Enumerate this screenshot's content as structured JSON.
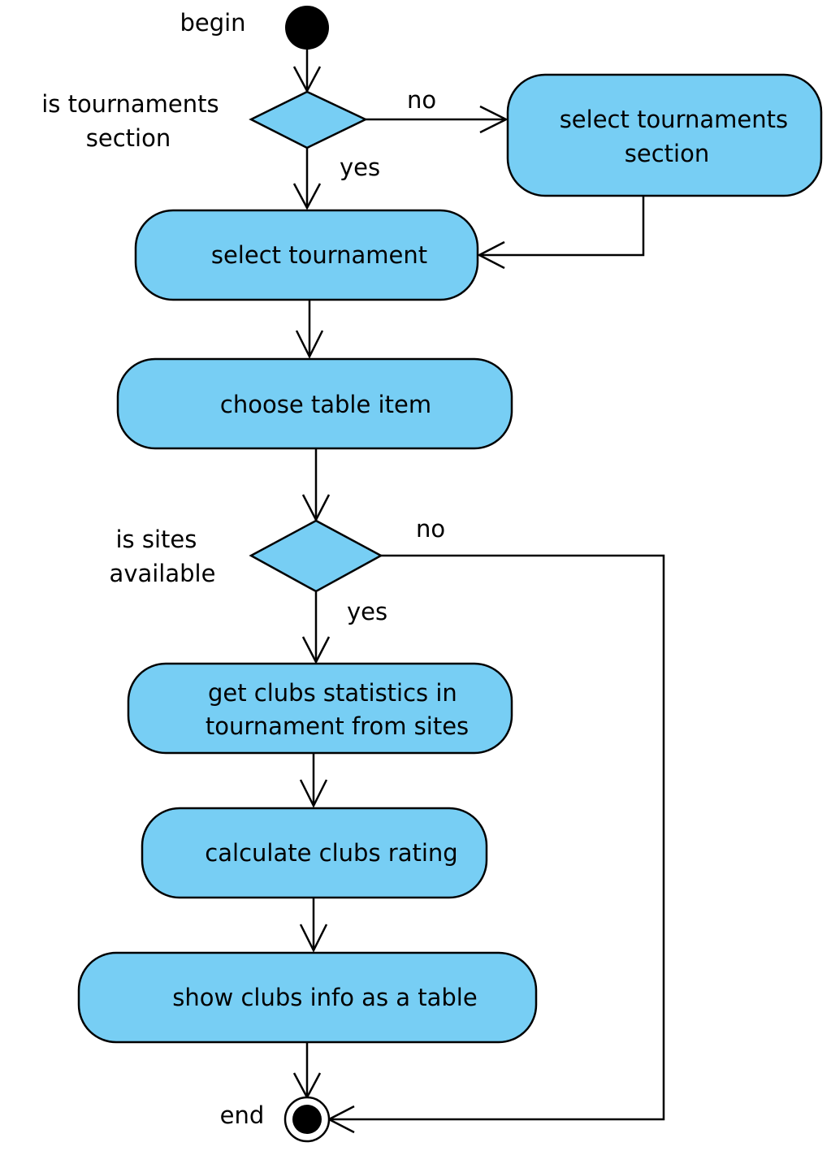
{
  "diagram": {
    "start": {
      "label": "begin"
    },
    "end": {
      "label": "end"
    },
    "decisions": {
      "tournaments": {
        "lines": [
          "is tournaments",
          "section"
        ],
        "yes": "yes",
        "no": "no"
      },
      "sites": {
        "lines": [
          "is sites",
          "available"
        ],
        "yes": "yes",
        "no": "no"
      }
    },
    "actions": {
      "select_section": {
        "lines": [
          "select tournaments",
          "section"
        ]
      },
      "select_tournament": {
        "lines": [
          "select tournament"
        ]
      },
      "choose_item": {
        "lines": [
          "choose table item"
        ]
      },
      "get_stats": {
        "lines": [
          "get clubs statistics in",
          "tournament from sites"
        ]
      },
      "calc_rating": {
        "lines": [
          "calculate clubs rating"
        ]
      },
      "show_table": {
        "lines": [
          "show clubs info as a table"
        ]
      }
    },
    "colors": {
      "node_fill": "#77cef4",
      "stroke": "#000000",
      "background": "#ffffff"
    }
  }
}
